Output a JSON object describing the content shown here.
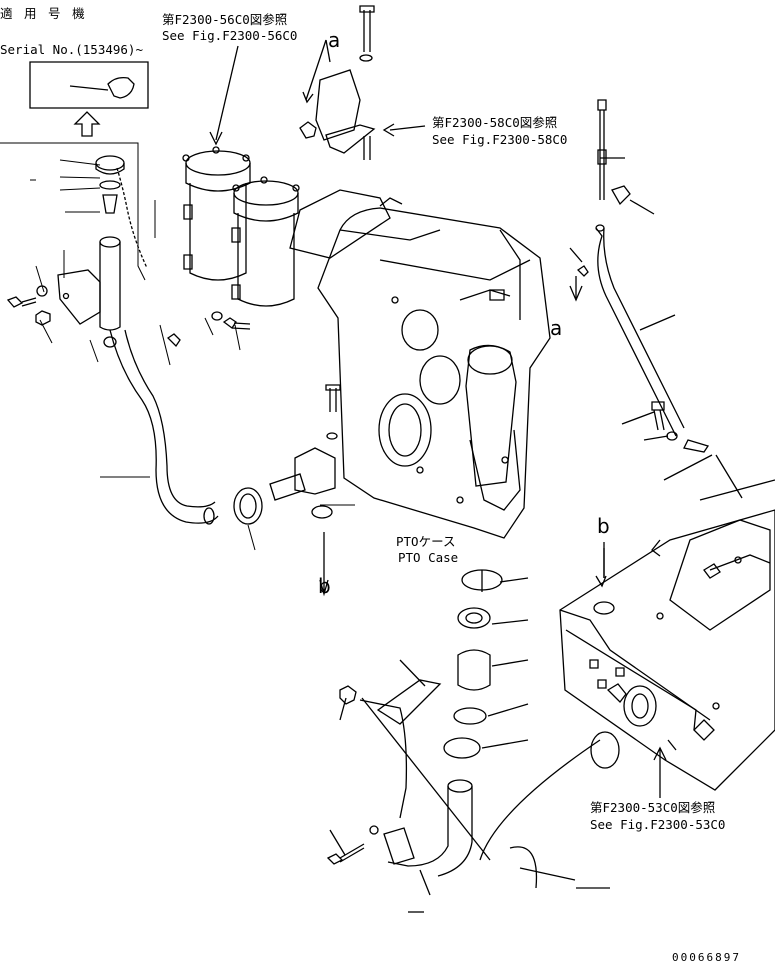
{
  "serial": {
    "line1": "適 用 号 機",
    "line2": "Serial No.(153496)~"
  },
  "refs": {
    "ref_56c0_jp": "第F2300-56C0図参照",
    "ref_56c0_en": "See Fig.F2300-56C0",
    "ref_58c0_jp": "第F2300-58C0図参照",
    "ref_58c0_en": "See Fig.F2300-58C0",
    "ref_53c0_jp": "第F2300-53C0図参照",
    "ref_53c0_en": "See Fig.F2300-53C0"
  },
  "pto": {
    "jp": "PTOケース",
    "en": "PTO Case"
  },
  "markers": {
    "a": "a",
    "b": "b"
  },
  "drawing_number": "00066897",
  "colors": {
    "ink": "#000000",
    "paper": "#ffffff"
  }
}
